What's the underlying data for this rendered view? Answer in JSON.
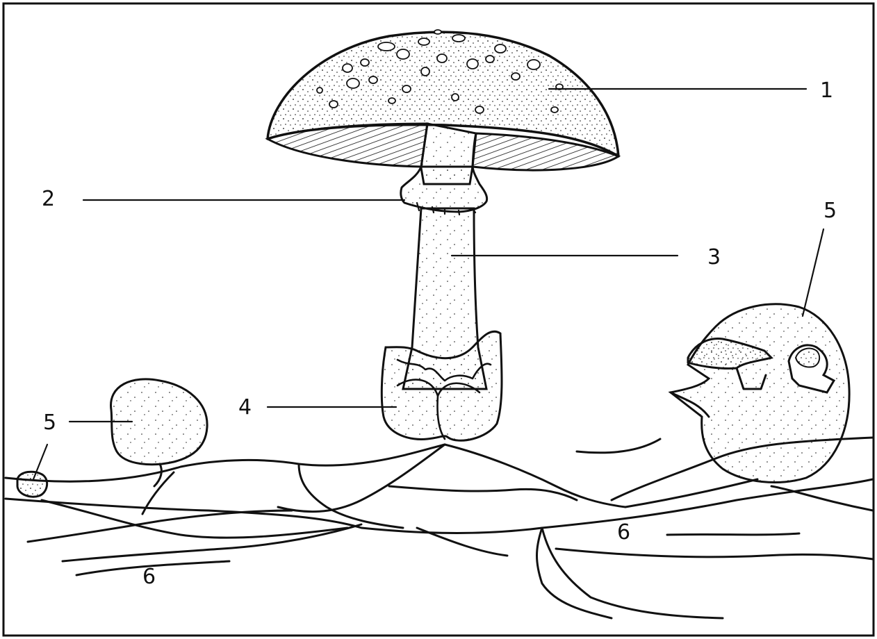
{
  "diagram": {
    "labels": [
      {
        "id": "label-1",
        "text": "1"
      },
      {
        "id": "label-2",
        "text": "2"
      },
      {
        "id": "label-3",
        "text": "3"
      },
      {
        "id": "label-4",
        "text": "4"
      },
      {
        "id": "label-5-left",
        "text": "5"
      },
      {
        "id": "label-5-small",
        "text": "5"
      },
      {
        "id": "label-5-right",
        "text": "5"
      },
      {
        "id": "label-6-left",
        "text": "6"
      },
      {
        "id": "label-6-right",
        "text": "6"
      }
    ]
  }
}
